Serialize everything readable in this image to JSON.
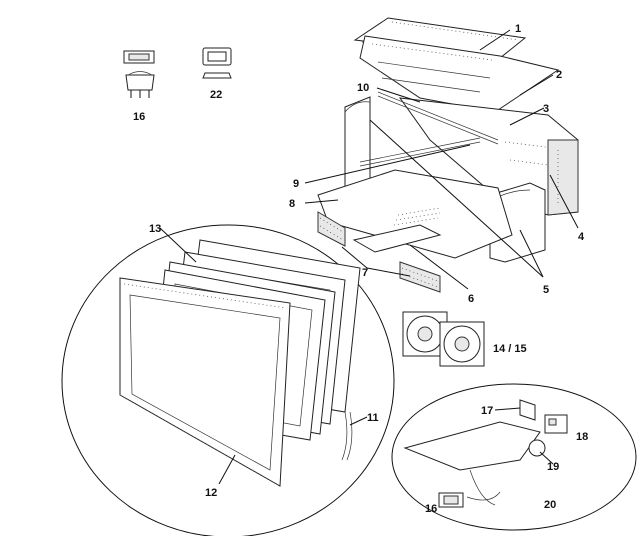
{
  "labels": {
    "l1": "1",
    "l2": "2",
    "l3": "3",
    "l4": "4",
    "l5": "5",
    "l6": "6",
    "l7": "7",
    "l8": "8",
    "l9": "9",
    "l10": "10",
    "l11": "11",
    "l12": "12",
    "l13": "13",
    "l14": "14 / 15",
    "l16a": "16",
    "l16b": "16",
    "l17": "17",
    "l18": "18",
    "l19": "19",
    "l20": "20",
    "l22": "22"
  },
  "icons": {
    "rocker_switch": "rocker-switch-icon",
    "bezel": "switch-bezel-icon",
    "fan": "fan-icon"
  }
}
